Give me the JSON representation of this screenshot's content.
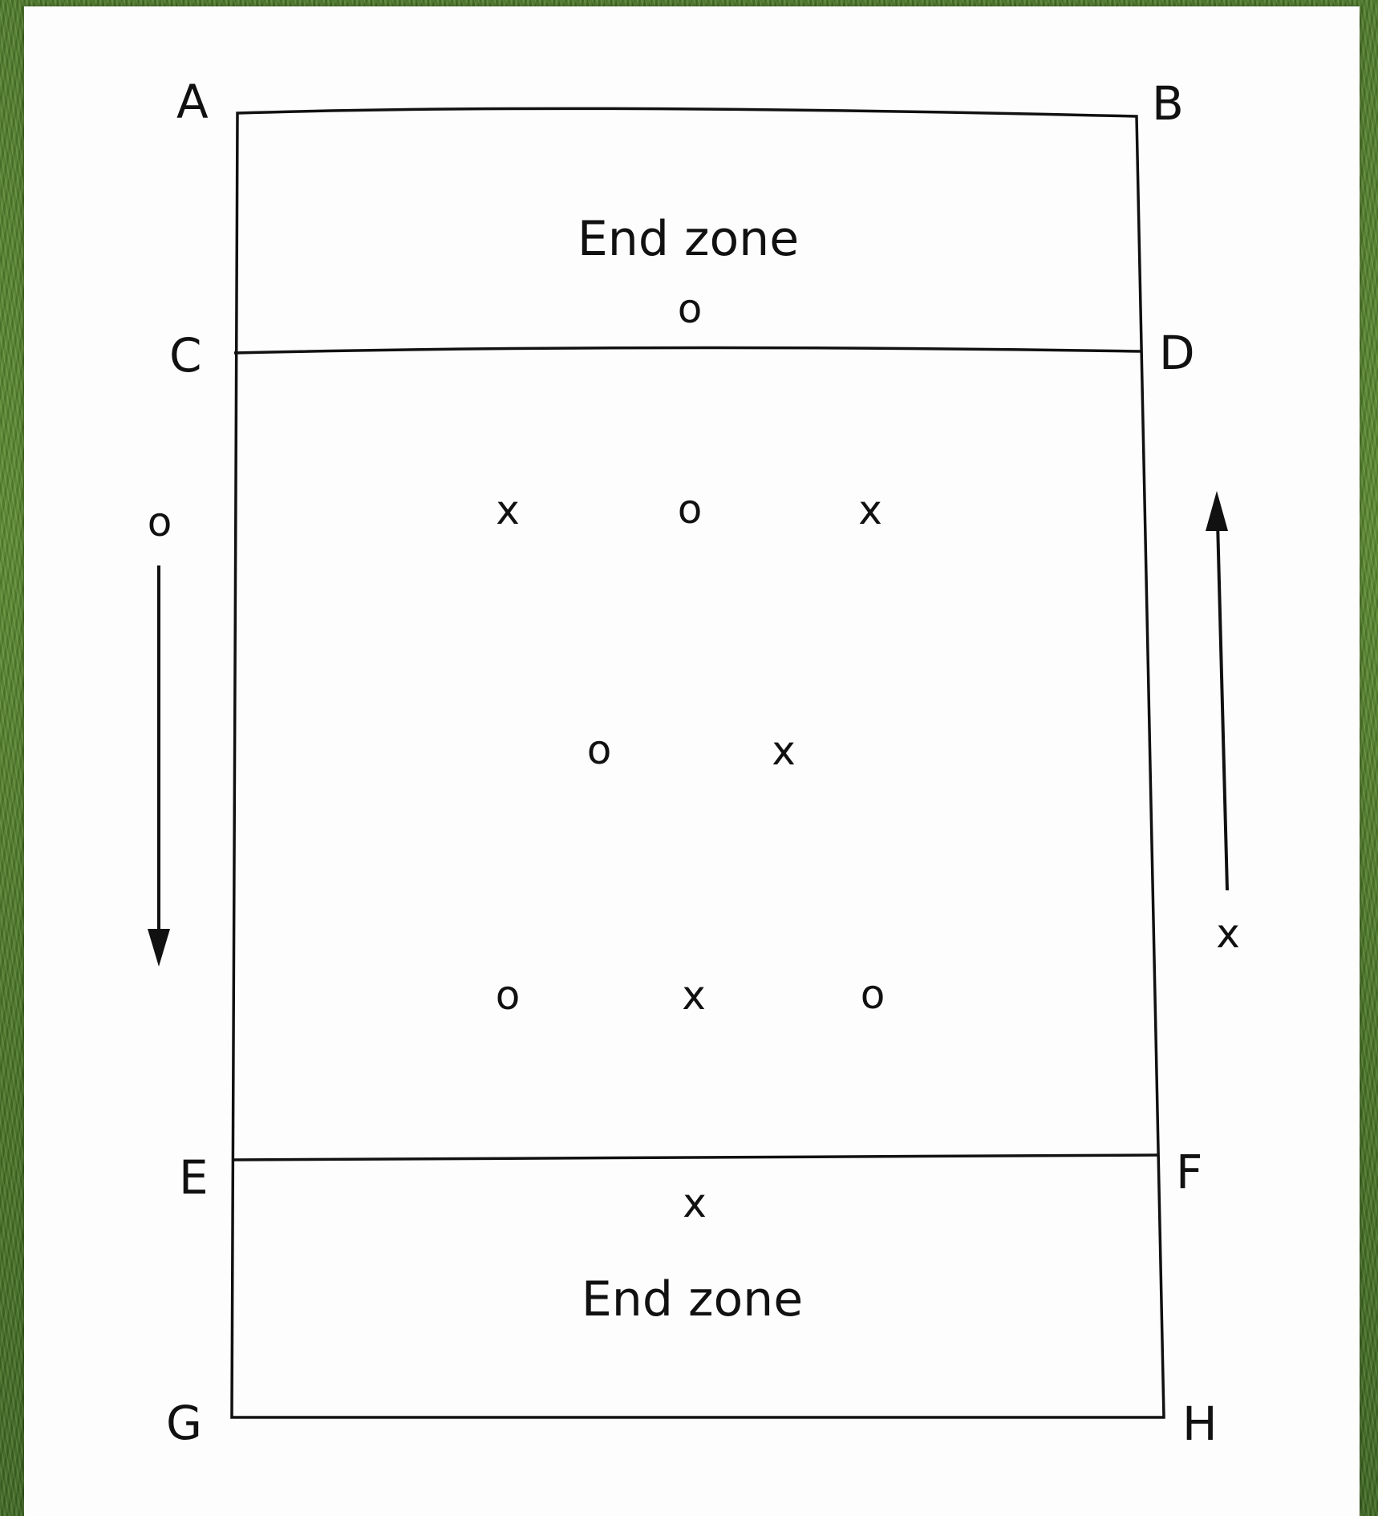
{
  "corners": {
    "a": "A",
    "b": "B",
    "c": "C",
    "d": "D",
    "e": "E",
    "f": "F",
    "g": "G",
    "h": "H"
  },
  "zones": {
    "top": "End zone",
    "bottom": "End zone"
  },
  "players": {
    "top_endzone": "o",
    "row1_left": "x",
    "row1_center": "o",
    "row1_right": "x",
    "row2_left": "o",
    "row2_right": "x",
    "row3_left": "o",
    "row3_center": "x",
    "row3_right": "o",
    "bottom_endzone": "x",
    "outside_left": "o",
    "outside_right": "x"
  },
  "colors": {
    "line": "#111111",
    "paper": "#fdfdfd",
    "grass": "#5c8c30"
  }
}
